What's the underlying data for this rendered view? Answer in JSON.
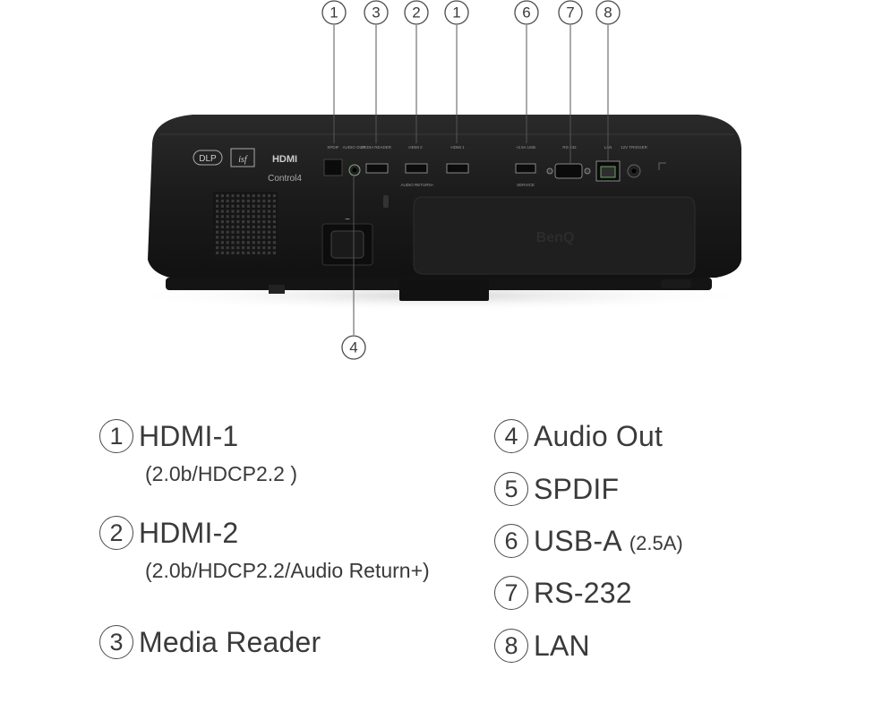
{
  "diagram": {
    "callouts": [
      "1",
      "3",
      "2",
      "1",
      "6",
      "7",
      "8",
      "4"
    ],
    "brand_text": "BenQ",
    "ports": {
      "spdif": "SPDIF",
      "audio_out": "AUDIO OUT",
      "media_reader": "MEDIA READER",
      "hdmi2": "HDMI 2",
      "hdmi1": "HDMI 1",
      "audio_return": "AUDIO RETURN+",
      "usb_power": "+2.5A USB",
      "service": "SERVICE",
      "rs232": "RS-232",
      "lan": "LAN",
      "trigger": "12V TRIGGER",
      "dlp": "DLP",
      "isf": "isf",
      "hdmi_logo": "HDMI",
      "control4": "Control4"
    }
  },
  "legend": {
    "left": [
      {
        "num": "1",
        "label": "HDMI-1",
        "sub": "(2.0b/HDCP2.2 )"
      },
      {
        "num": "2",
        "label": "HDMI-2",
        "sub": "(2.0b/HDCP2.2/Audio Return+)"
      },
      {
        "num": "3",
        "label": "Media Reader"
      }
    ],
    "right": [
      {
        "num": "4",
        "label": "Audio Out"
      },
      {
        "num": "5",
        "label": "SPDIF"
      },
      {
        "num": "6",
        "label": "USB-A",
        "extra": "(2.5A)"
      },
      {
        "num": "7",
        "label": "RS-232"
      },
      {
        "num": "8",
        "label": "LAN"
      }
    ]
  }
}
